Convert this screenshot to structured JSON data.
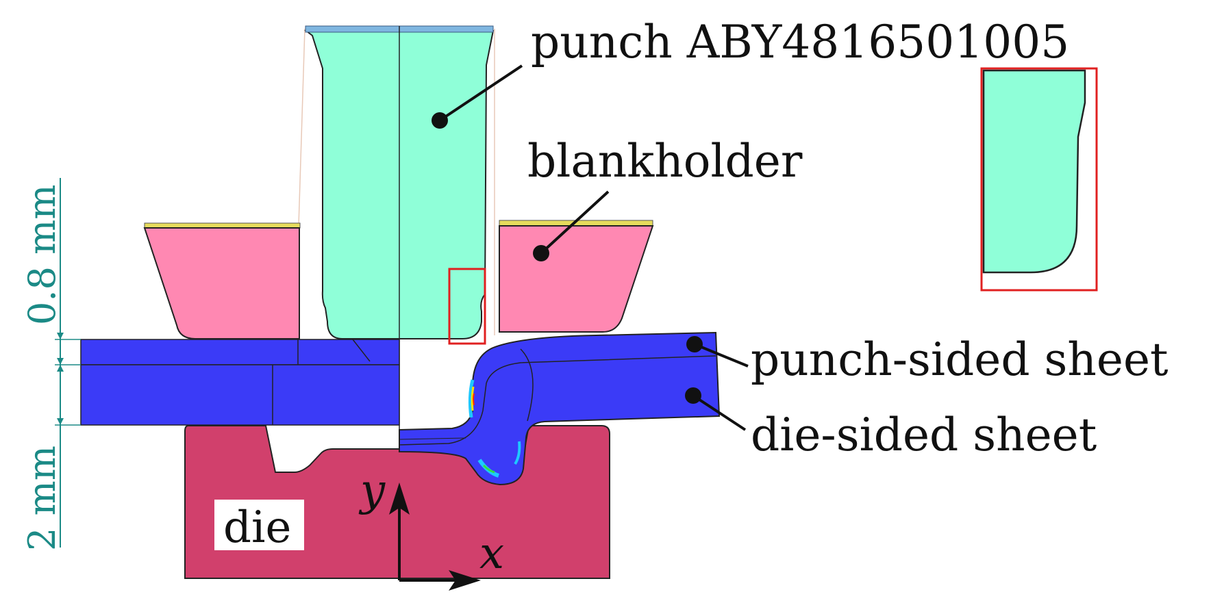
{
  "labels": {
    "punch": "punch ABY4816501005",
    "blankholder": "blankholder",
    "punch_sheet": "punch-sided sheet",
    "die_sheet": "die-sided sheet",
    "die": "die",
    "axis_x": "x",
    "axis_y": "y"
  },
  "dimensions": {
    "upper": "0.8 mm",
    "lower": "2 mm"
  },
  "colors": {
    "punch": "#8fffd8",
    "blankholder": "#ff88b2",
    "sheet": "#3b3bf7",
    "die": "#d1406c",
    "detail_frame": "#e02020",
    "dimension": "#1b8a86",
    "punch_cap": "#7fb6e0",
    "holder_cap": "#e6dc5c"
  }
}
